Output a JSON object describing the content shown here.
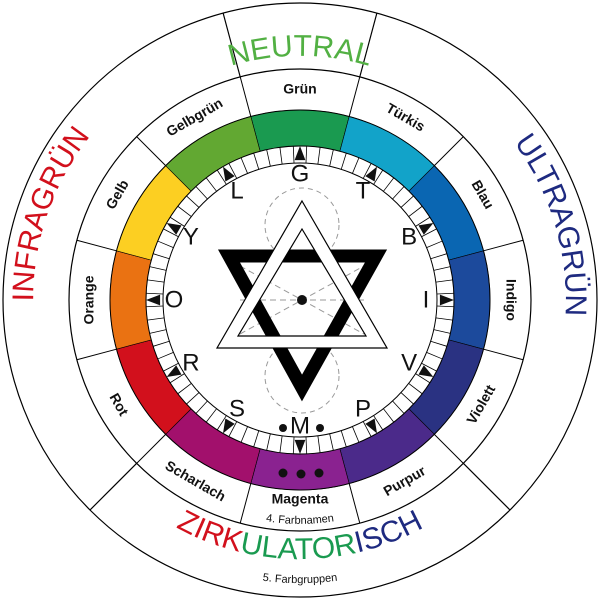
{
  "segments": [
    {
      "name": "Grün",
      "letter": "G",
      "color": "#1a9a50"
    },
    {
      "name": "Türkis",
      "letter": "T",
      "color": "#12a3c9"
    },
    {
      "name": "Blau",
      "letter": "B",
      "color": "#0a66b2"
    },
    {
      "name": "Indigo",
      "letter": "I",
      "color": "#1c4a9c"
    },
    {
      "name": "Violett",
      "letter": "V",
      "color": "#2a3282"
    },
    {
      "name": "Purpur",
      "letter": "P",
      "color": "#4b2a8a"
    },
    {
      "name": "Magenta",
      "letter": "M",
      "color": "#8a2290"
    },
    {
      "name": "Scharlach",
      "letter": "S",
      "color": "#a2106c"
    },
    {
      "name": "Rot",
      "letter": "R",
      "color": "#d2101c"
    },
    {
      "name": "Orange",
      "letter": "O",
      "color": "#ea7212"
    },
    {
      "name": "Gelb",
      "letter": "Y",
      "color": "#fccf22"
    },
    {
      "name": "Gelbgrün",
      "letter": "L",
      "color": "#62a832"
    }
  ],
  "groups": {
    "neutral": {
      "text": "NEUTRAL",
      "color": "#52b043"
    },
    "ultragruen": {
      "text": "ULTRAGRÜN",
      "color": "#1e2a80"
    },
    "infragruen": {
      "text": "INFRAGRÜN",
      "color": "#d2101c"
    },
    "zirkulatorisch": {
      "parts": [
        {
          "text": "ZIRK",
          "color": "#d2101c"
        },
        {
          "text": "ULATOR",
          "color": "#1a9a50"
        },
        {
          "text": "ISCH",
          "color": "#1e2a80"
        }
      ]
    }
  },
  "captions": {
    "names_ring": "4. Farbnamen",
    "groups_ring": "5. Farbgruppen"
  }
}
